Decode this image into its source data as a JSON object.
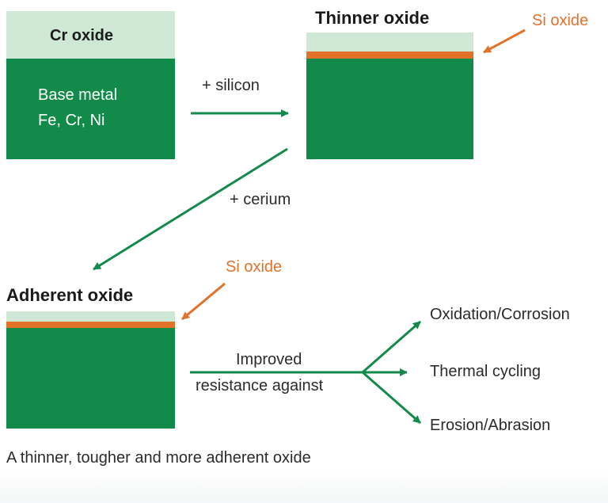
{
  "blocks": {
    "start": {
      "oxide_label": "Cr oxide",
      "metal_label_line1": "Base metal",
      "metal_label_line2": "Fe, Cr, Ni"
    },
    "thinner": {
      "title": "Thinner oxide",
      "si_label": "Si oxide"
    },
    "adherent": {
      "title": "Adherent oxide",
      "si_label": "Si oxide"
    }
  },
  "arrows": {
    "silicon_label": "+ silicon",
    "cerium_label": "+ cerium",
    "improved_line1": "Improved",
    "improved_line2": "resistance against"
  },
  "outcomes": [
    "Oxidation/Corrosion",
    "Thermal cycling",
    "Erosion/Abrasion"
  ],
  "caption": "A thinner, tougher and more adherent oxide",
  "colors": {
    "metal_green": "#128a4a",
    "oxide_light_green": "#cfe8d6",
    "si_oxide_orange": "#e2712a",
    "arrow_green": "#128a4a"
  }
}
